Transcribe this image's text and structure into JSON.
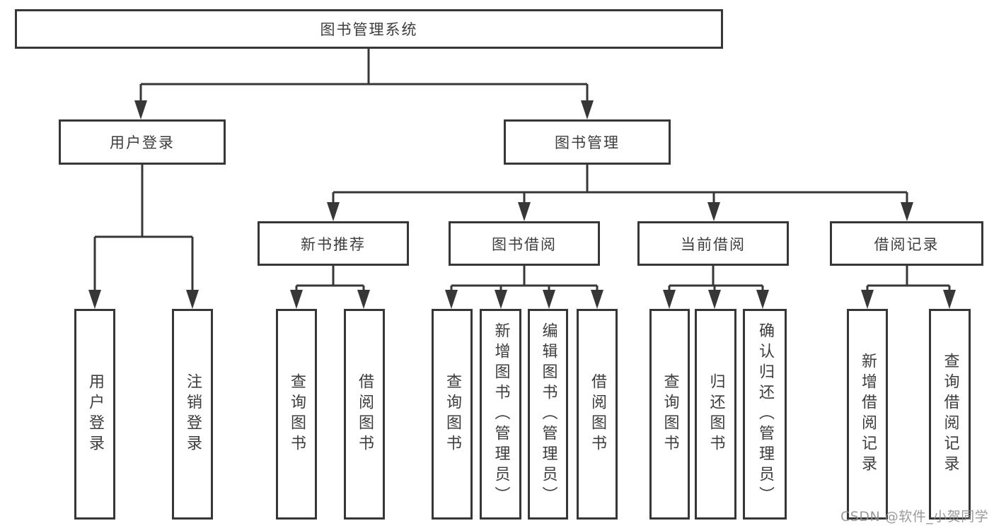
{
  "diagram": {
    "title": "图书管理系统",
    "branches": [
      {
        "label": "用户登录",
        "children": [
          {
            "label": "用户登录"
          },
          {
            "label": "注销登录"
          }
        ]
      },
      {
        "label": "图书管理",
        "children": [
          {
            "label": "新书推荐",
            "children": [
              {
                "label": "查询图书"
              },
              {
                "label": "借阅图书"
              }
            ]
          },
          {
            "label": "图书借阅",
            "children": [
              {
                "label": "查询图书"
              },
              {
                "label": "新增图书（管理员）"
              },
              {
                "label": "编辑图书（管理员）"
              },
              {
                "label": "借阅图书"
              }
            ]
          },
          {
            "label": "当前借阅",
            "children": [
              {
                "label": "查询图书"
              },
              {
                "label": "归还图书"
              },
              {
                "label": "确认归还（管理员）"
              }
            ]
          },
          {
            "label": "借阅记录",
            "children": [
              {
                "label": "新增借阅记录"
              },
              {
                "label": "查询借阅记录"
              }
            ]
          }
        ]
      }
    ]
  },
  "watermark": "CSDN @软件_小贺同学",
  "colors": {
    "line": "#373737",
    "text": "#3d3d3d",
    "watermark": "#8c8c8c",
    "background": "#ffffff"
  }
}
